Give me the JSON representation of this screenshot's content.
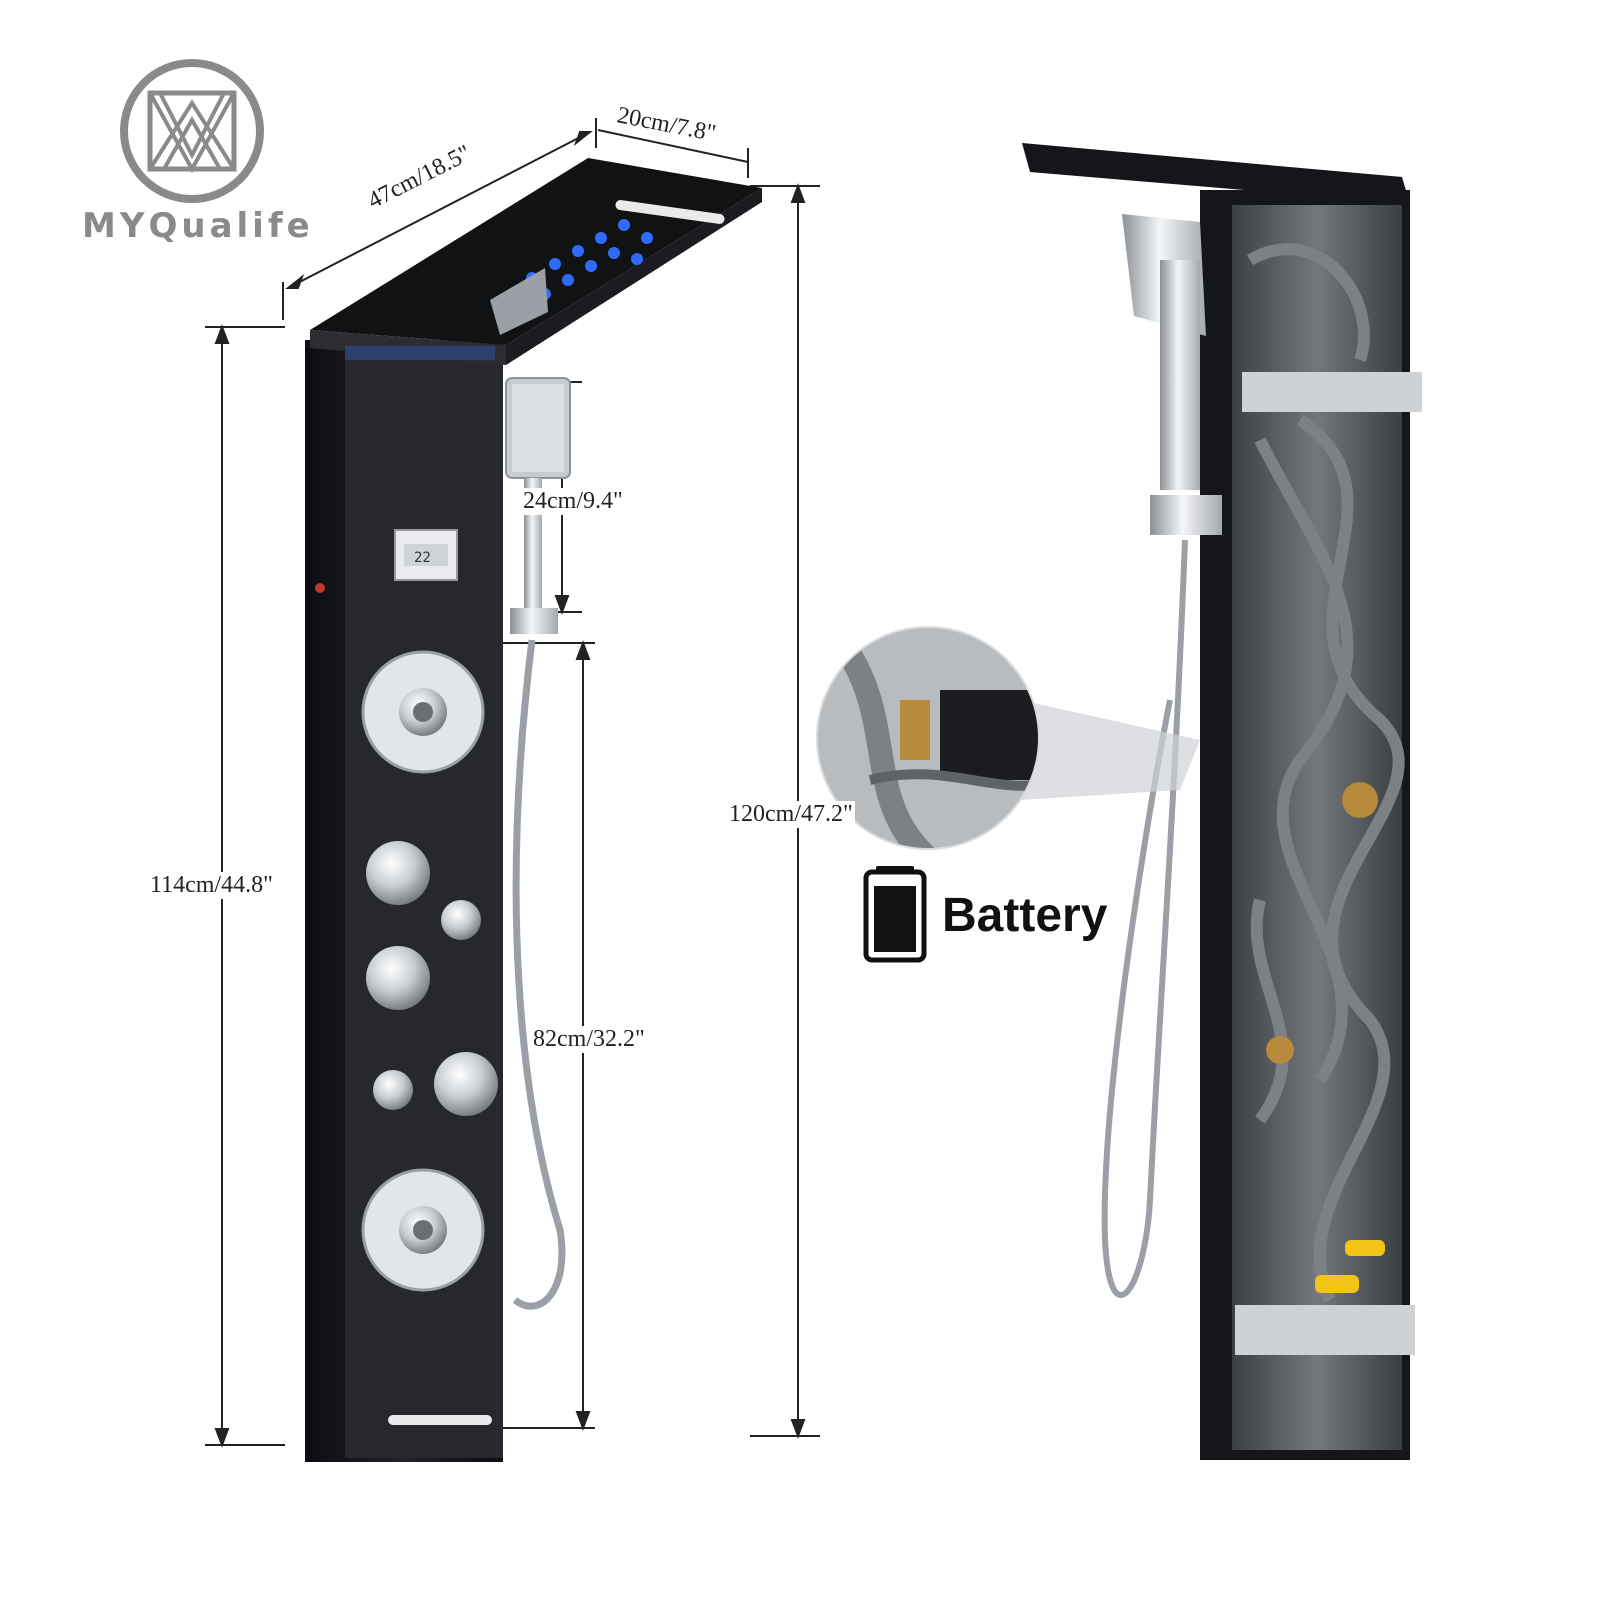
{
  "brand": {
    "name": "MYQualife",
    "logo_icon": "interlaced-m-monogram-icon",
    "logo_color": "#8a8a8a"
  },
  "dimensions": {
    "width_top": "47cm/18.5\"",
    "depth_top": "20cm/7.8\"",
    "handheld_length": "24cm/9.4\"",
    "panel_height": "114cm/44.8\"",
    "total_height": "120cm/47.2\"",
    "hose_height": "82cm/32.2\""
  },
  "display": {
    "reading": "22"
  },
  "battery": {
    "label": "Battery",
    "icon": "battery-icon"
  },
  "colors": {
    "panel": "#15161a",
    "chrome": "#d9dde2",
    "led": "#2f6bff",
    "hose": "#7d8085",
    "brass": "#b88a3c",
    "yellow_valve": "#f2c417"
  }
}
